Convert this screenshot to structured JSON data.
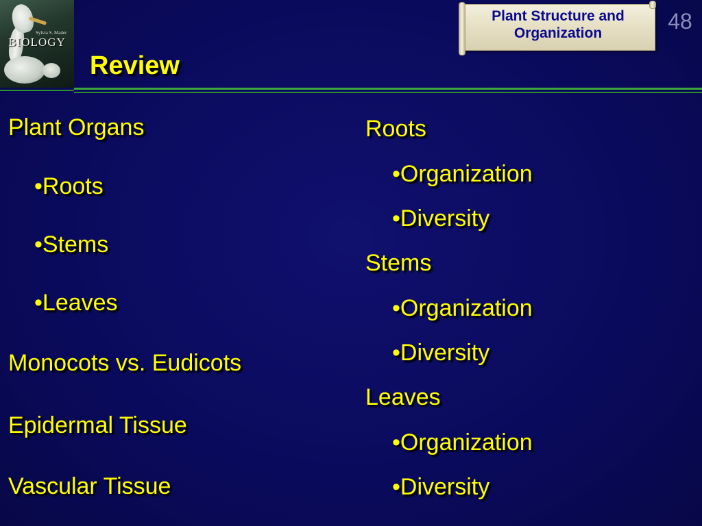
{
  "book": {
    "title": "BIOLOGY",
    "author": "Sylvia S. Mader"
  },
  "header": {
    "title": "Review",
    "banner": "Plant Structure and Organization",
    "slide_number": "48"
  },
  "left_column": {
    "items": [
      {
        "text": "Plant Organs",
        "level": 0
      },
      {
        "text": "•Roots",
        "level": 1
      },
      {
        "text": "•Stems",
        "level": 1
      },
      {
        "text": "•Leaves",
        "level": 1
      },
      {
        "text": "Monocots vs. Eudicots",
        "level": 0
      },
      {
        "text": "Epidermal Tissue",
        "level": 0
      },
      {
        "text": "Vascular Tissue",
        "level": 0
      }
    ]
  },
  "right_column": {
    "items": [
      {
        "text": "Roots",
        "level": 0
      },
      {
        "text": "•Organization",
        "level": 1
      },
      {
        "text": "•Diversity",
        "level": 1
      },
      {
        "text": "Stems",
        "level": 0
      },
      {
        "text": "•Organization",
        "level": 1
      },
      {
        "text": "•Diversity",
        "level": 1
      },
      {
        "text": "Leaves",
        "level": 0
      },
      {
        "text": "•Organization",
        "level": 1
      },
      {
        "text": "•Diversity",
        "level": 1
      }
    ]
  },
  "colors": {
    "background": "#0a0a5c",
    "text": "#ffff00",
    "divider": "#3aa83a",
    "banner_text": "#0a0a8c",
    "slide_number": "#8c8cbc"
  }
}
